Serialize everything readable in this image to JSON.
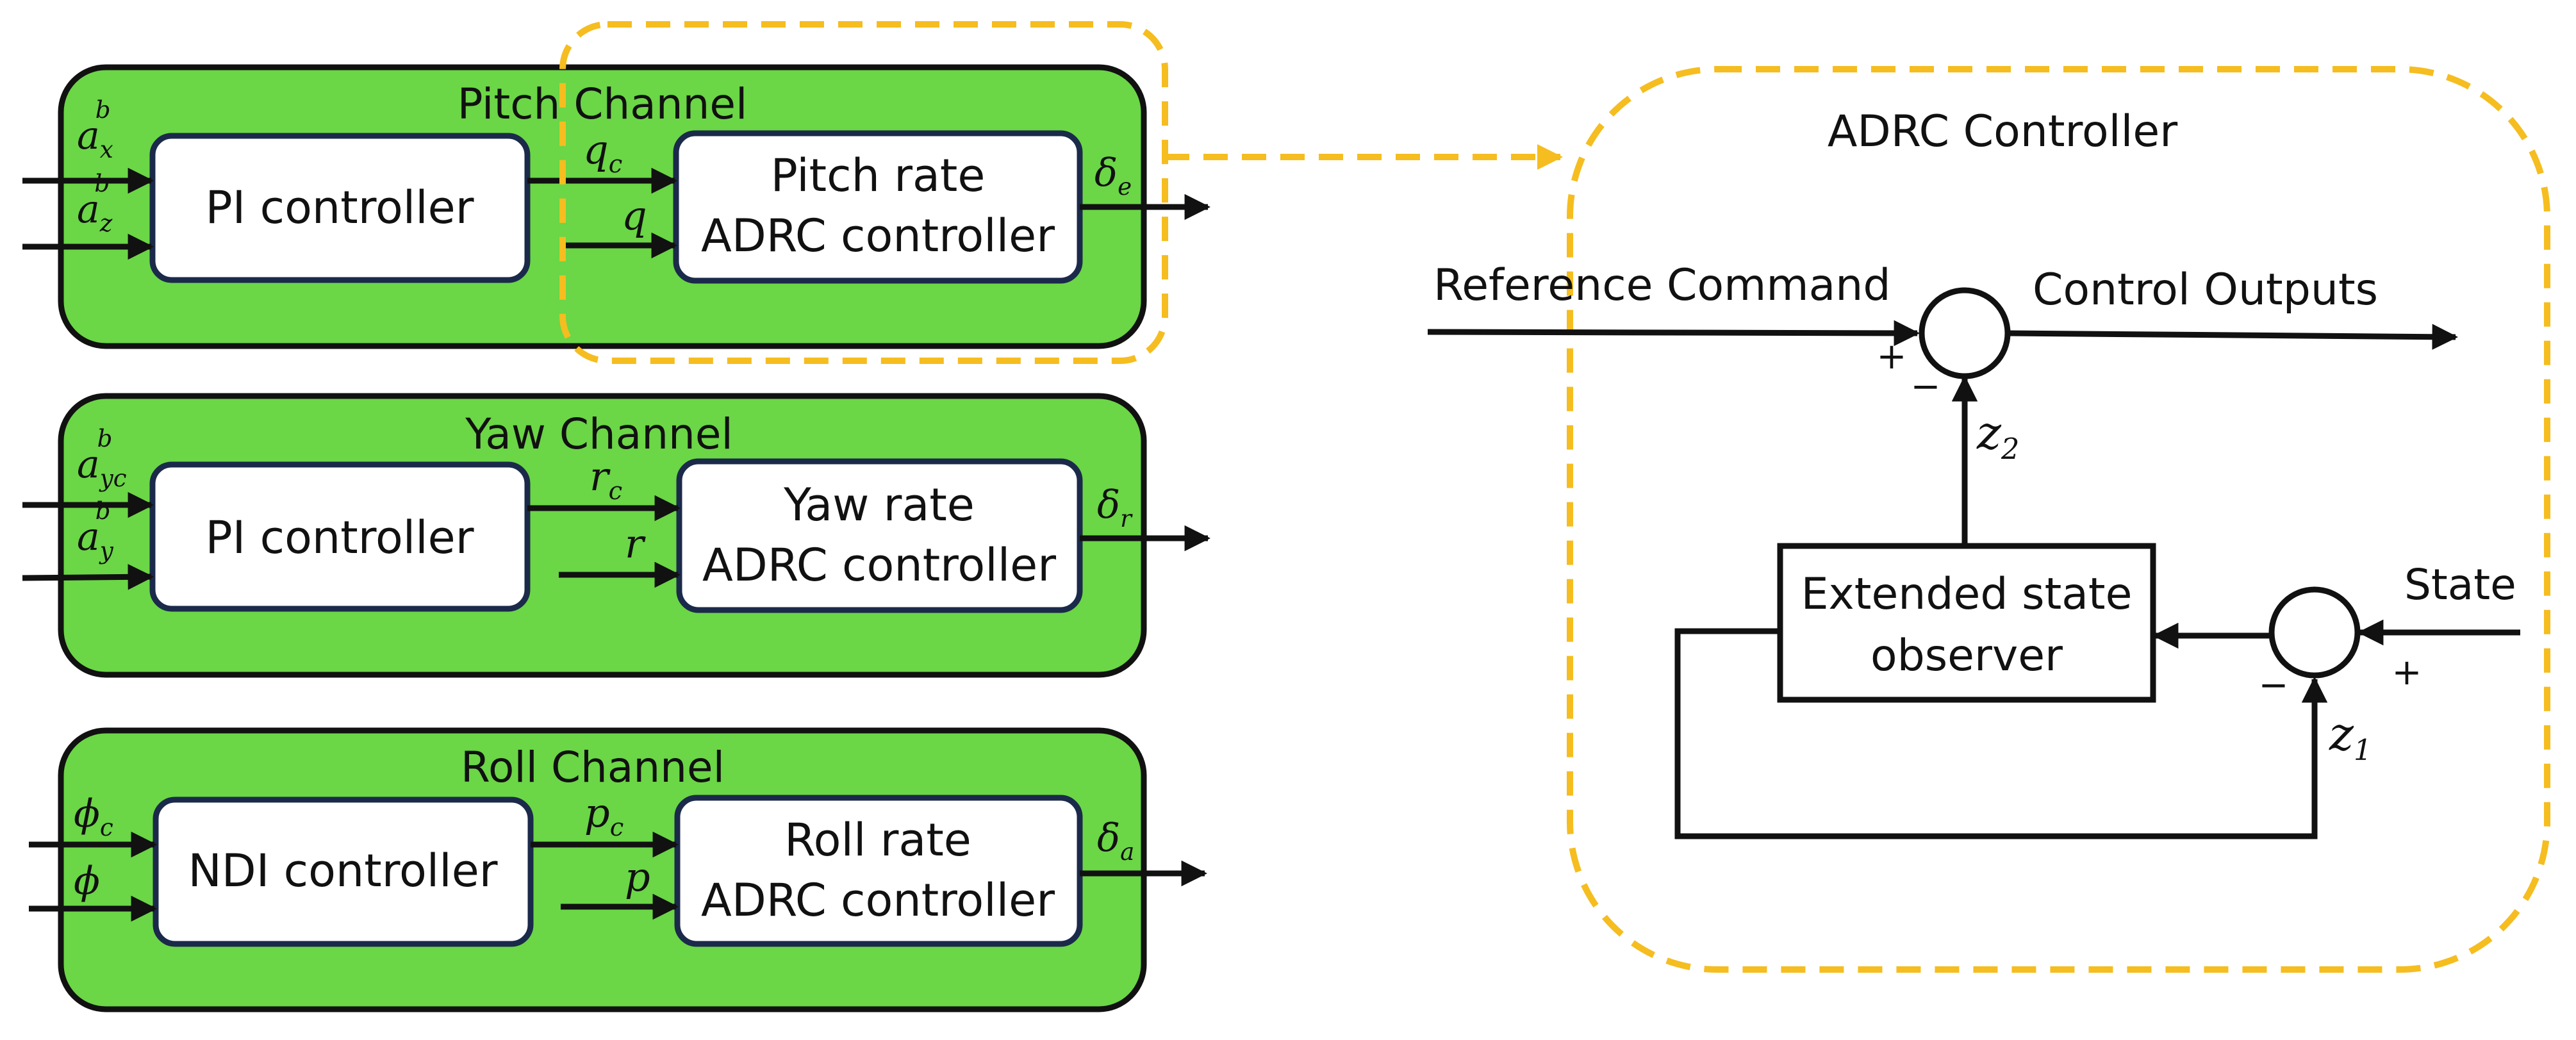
{
  "channels": {
    "pitch": {
      "title": "Pitch Channel",
      "outer_controller": "PI controller",
      "rate_controller_line1": "Pitch rate",
      "rate_controller_line2": "ADRC controller",
      "inputs": [
        {
          "base": "a",
          "sub": "x",
          "sup": "b"
        },
        {
          "base": "a",
          "sub": "z",
          "sup": "b"
        }
      ],
      "command": {
        "base": "q",
        "sub": "c"
      },
      "feedback": {
        "base": "q"
      },
      "output": {
        "base": "δ",
        "sub": "e"
      }
    },
    "yaw": {
      "title": "Yaw Channel",
      "outer_controller": "PI controller",
      "rate_controller_line1": "Yaw rate",
      "rate_controller_line2": "ADRC controller",
      "inputs": [
        {
          "base": "a",
          "sub": "yc",
          "sup": "b"
        },
        {
          "base": "a",
          "sub": "y",
          "sup": "b"
        }
      ],
      "command": {
        "base": "r",
        "sub": "c"
      },
      "feedback": {
        "base": "r"
      },
      "output": {
        "base": "δ",
        "sub": "r"
      }
    },
    "roll": {
      "title": "Roll Channel",
      "outer_controller": "NDI controller",
      "rate_controller_line1": "Roll rate",
      "rate_controller_line2": "ADRC controller",
      "inputs": [
        {
          "base": "ϕ",
          "sub": "c"
        },
        {
          "base": "ϕ"
        }
      ],
      "command": {
        "base": "p",
        "sub": "c"
      },
      "feedback": {
        "base": "p"
      },
      "output": {
        "base": "δ",
        "sub": "a"
      }
    }
  },
  "adrc_detail": {
    "title": "ADRC Controller",
    "reference_command": "Reference Command",
    "control_outputs": "Control Outputs",
    "state": "State",
    "eso_line1": "Extended state",
    "eso_line2": "observer",
    "z2": {
      "base": "z",
      "sub": "2"
    },
    "z1": {
      "base": "z",
      "sub": "1"
    },
    "top_sum_plus": "+",
    "top_sum_minus": "−",
    "right_sum_minus": "−",
    "right_sum_plus": "+"
  },
  "colors": {
    "channel_fill": "#6bd646",
    "highlight_dash": "#f5bd1f",
    "box_border": "#1b2a4a",
    "line": "#111111"
  }
}
